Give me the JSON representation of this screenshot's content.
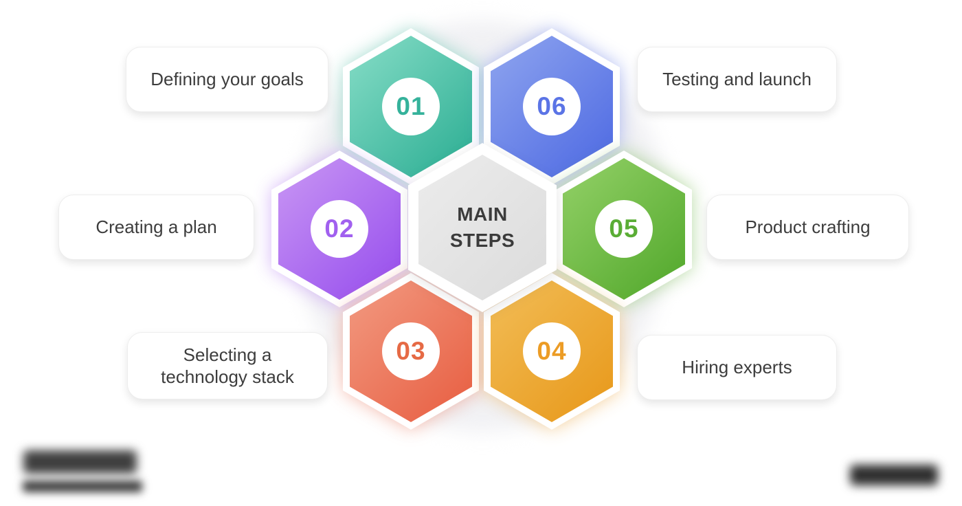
{
  "center": {
    "title_line1": "MAIN",
    "title_line2": "STEPS",
    "color": "#e4e4e4",
    "text_color": "#3b3b3b"
  },
  "steps": [
    {
      "number": "01",
      "label": "Defining your goals",
      "color": "#38b49a",
      "color_light": "#87ddc7",
      "position": "top-left"
    },
    {
      "number": "02",
      "label": "Creating a plan",
      "color": "#9d57ee",
      "color_light": "#c997f4",
      "position": "middle-left"
    },
    {
      "number": "03",
      "label": "Selecting a technology stack",
      "color": "#e9664a",
      "color_light": "#f29a81",
      "position": "bottom-left"
    },
    {
      "number": "04",
      "label": "Hiring experts",
      "color": "#e99d22",
      "color_light": "#f2bd57",
      "position": "bottom-right"
    },
    {
      "number": "05",
      "label": "Product crafting",
      "color": "#5aad33",
      "color_light": "#94d168",
      "position": "middle-right"
    },
    {
      "number": "06",
      "label": "Testing and launch",
      "color": "#5671e4",
      "color_light": "#8fa5ef",
      "position": "top-right"
    }
  ],
  "footer": {
    "left_logo_icon": "blurred-logo",
    "right_logo_icon": "blurred-logo"
  },
  "card_text_color": "#3d3d3d",
  "background_blob_color": "#f1f1f4"
}
